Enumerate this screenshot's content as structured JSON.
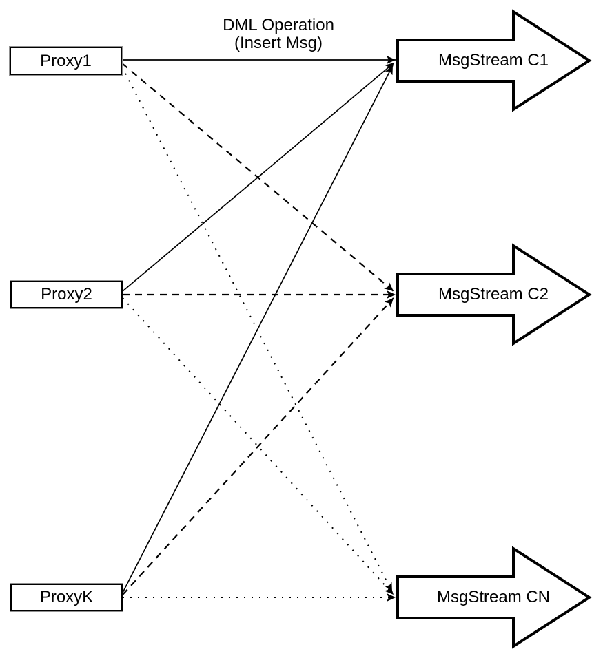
{
  "diagram": {
    "edge_label": {
      "line1": "DML Operation",
      "line2": "(Insert Msg)"
    },
    "proxies": [
      {
        "label": "Proxy1"
      },
      {
        "label": "Proxy2"
      },
      {
        "label": "ProxyK"
      }
    ],
    "streams": [
      {
        "label": "MsgStream C1",
        "incoming_line_style": "solid"
      },
      {
        "label": "MsgStream C2",
        "incoming_line_style": "dashed"
      },
      {
        "label": "MsgStream CN",
        "incoming_line_style": "dotted"
      }
    ],
    "edges": [
      {
        "from": "Proxy1",
        "to": "MsgStream C1",
        "style": "solid"
      },
      {
        "from": "Proxy1",
        "to": "MsgStream C2",
        "style": "dashed"
      },
      {
        "from": "Proxy1",
        "to": "MsgStream CN",
        "style": "dotted"
      },
      {
        "from": "Proxy2",
        "to": "MsgStream C1",
        "style": "solid"
      },
      {
        "from": "Proxy2",
        "to": "MsgStream C2",
        "style": "dashed"
      },
      {
        "from": "Proxy2",
        "to": "MsgStream CN",
        "style": "dotted"
      },
      {
        "from": "ProxyK",
        "to": "MsgStream C1",
        "style": "solid"
      },
      {
        "from": "ProxyK",
        "to": "MsgStream C2",
        "style": "dashed"
      },
      {
        "from": "ProxyK",
        "to": "MsgStream CN",
        "style": "dotted"
      }
    ],
    "colors": {
      "stroke": "#000000",
      "fill": "#ffffff"
    }
  }
}
